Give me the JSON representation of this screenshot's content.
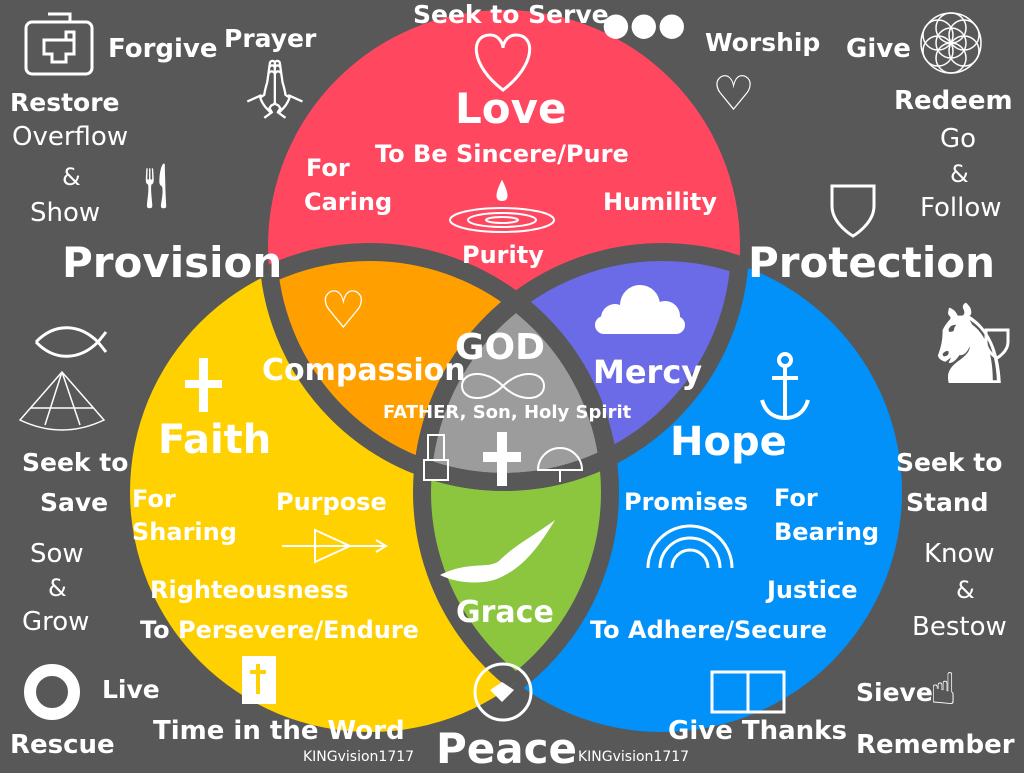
{
  "colors": {
    "background": "#585858",
    "love": "#ff4760",
    "faith": "#ffd100",
    "hope": "#0191f9",
    "compassion": "#ffa000",
    "mercy": "#6b6be8",
    "grace": "#8cc63f",
    "god": "#9c9c9c"
  },
  "center": {
    "title": "GOD",
    "subtitle": "FATHER, Son, Holy Spirit"
  },
  "love": {
    "title": "Love",
    "items": [
      "Seek to Serve",
      "To Be Sincere/Pure",
      "For",
      "Caring",
      "Humility",
      "Purity"
    ]
  },
  "faith": {
    "title": "Faith",
    "items": [
      "For",
      "Sharing",
      "Purpose",
      "Righteousness",
      "To Persevere/Endure",
      "Time in the Word"
    ]
  },
  "hope": {
    "title": "Hope",
    "items": [
      "Promises",
      "For",
      "Bearing",
      "Justice",
      "To Adhere/Secure",
      "Give Thanks"
    ]
  },
  "overlaps": {
    "compassion": "Compassion",
    "mercy": "Mercy",
    "grace": "Grace"
  },
  "bottom": "Peace",
  "provision": {
    "title": "Provision",
    "items": [
      "Forgive",
      "Prayer",
      "Restore",
      "Overflow",
      "&",
      "Show",
      "Seek to",
      "Save",
      "Sow",
      "&",
      "Grow",
      "Live",
      "Rescue"
    ]
  },
  "protection": {
    "title": "Protection",
    "items": [
      "Worship",
      "Give",
      "Redeem",
      "Go",
      "&",
      "Follow",
      "Seek to",
      "Stand",
      "Know",
      "&",
      "Bestow",
      "Sieve",
      "Remember"
    ]
  },
  "watermark": "KINGvision1717"
}
